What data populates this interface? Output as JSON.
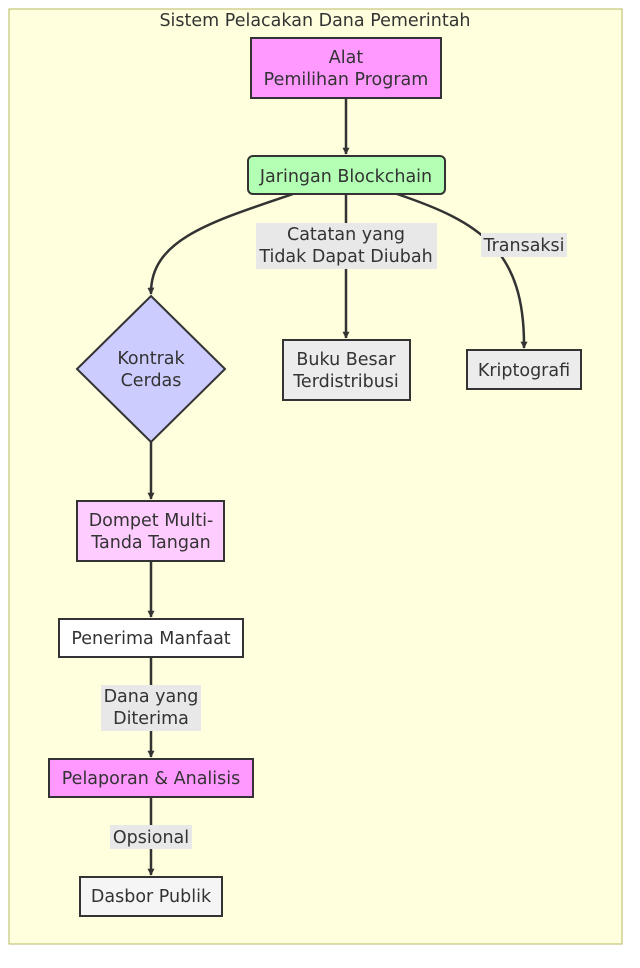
{
  "cluster": {
    "title": "Sistem Pelacakan Dana Pemerintah"
  },
  "colors": {
    "cluster_fill": "#ffffde",
    "cluster_stroke": "#b8b860",
    "stroke": "#333333",
    "edge_label_bg": "#e8e8e8",
    "node_default": "#ececec",
    "node_magenta": "#ff99ff",
    "node_green": "#b3ffb3",
    "node_lavender": "#ccccff",
    "node_pink": "#ffccff",
    "node_white": "#ffffff",
    "node_purple": "#ff99ff",
    "node_light": "#f5f5f5"
  },
  "nodes": [
    {
      "id": "program",
      "lines": [
        "Alat",
        "Pemilihan Program"
      ],
      "shape": "rect",
      "color": "#ff99ff"
    },
    {
      "id": "blockchain",
      "lines": [
        "Jaringan Blockchain"
      ],
      "shape": "round",
      "color": "#b3ffb3"
    },
    {
      "id": "smart",
      "lines": [
        "Kontrak",
        "Cerdas"
      ],
      "shape": "diamond",
      "color": "#ccccff"
    },
    {
      "id": "ledger",
      "lines": [
        "Buku Besar",
        "Terdistribusi"
      ],
      "shape": "rect",
      "color": "#ececec"
    },
    {
      "id": "crypto",
      "lines": [
        "Kriptografi"
      ],
      "shape": "rect",
      "color": "#ececec"
    },
    {
      "id": "wallet",
      "lines": [
        "Dompet Multi-",
        "Tanda Tangan"
      ],
      "shape": "rect",
      "color": "#ffccff"
    },
    {
      "id": "beneficiary",
      "lines": [
        "Penerima Manfaat"
      ],
      "shape": "rect",
      "color": "#ffffff"
    },
    {
      "id": "reporting",
      "lines": [
        "Pelaporan & Analisis"
      ],
      "shape": "rect",
      "color": "#ff99ff"
    },
    {
      "id": "dashboard",
      "lines": [
        "Dasbor Publik"
      ],
      "shape": "rect",
      "color": "#f5f5f5"
    }
  ],
  "edges": [
    {
      "id": "program-blockchain",
      "label": []
    },
    {
      "id": "blockchain-smart",
      "label": []
    },
    {
      "id": "blockchain-ledger",
      "label": [
        "Catatan yang",
        "Tidak Dapat Diubah"
      ]
    },
    {
      "id": "blockchain-crypto",
      "label": [
        "Transaksi"
      ]
    },
    {
      "id": "smart-wallet",
      "label": []
    },
    {
      "id": "wallet-beneficiary",
      "label": []
    },
    {
      "id": "beneficiary-reporting",
      "label": [
        "Dana yang",
        "Diterima"
      ]
    },
    {
      "id": "reporting-dashboard",
      "label": [
        "Opsional"
      ]
    }
  ]
}
